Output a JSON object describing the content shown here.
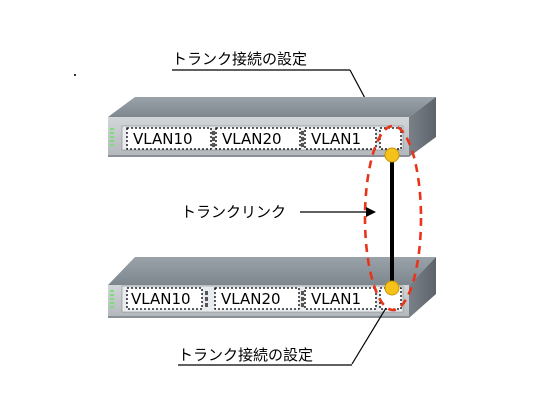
{
  "diagram": {
    "top_caption": "トランク接続の設定",
    "bottom_caption": "トランク接続の設定",
    "link_label": "トランクリンク",
    "switches": [
      {
        "vlans": [
          "VLAN10",
          "VLAN20",
          "VLAN1"
        ]
      },
      {
        "vlans": [
          "VLAN10",
          "VLAN20",
          "VLAN1"
        ]
      }
    ]
  },
  "colors": {
    "switch_top": "#8e969e",
    "switch_front": "#c7cbcf",
    "switch_right": "#6f767d",
    "switch_shadow": "#4f555b",
    "port_led": "#7fdc7a",
    "connector_dot": "#f4c21a",
    "ellipse": "#e8351a",
    "link": "#000000"
  }
}
